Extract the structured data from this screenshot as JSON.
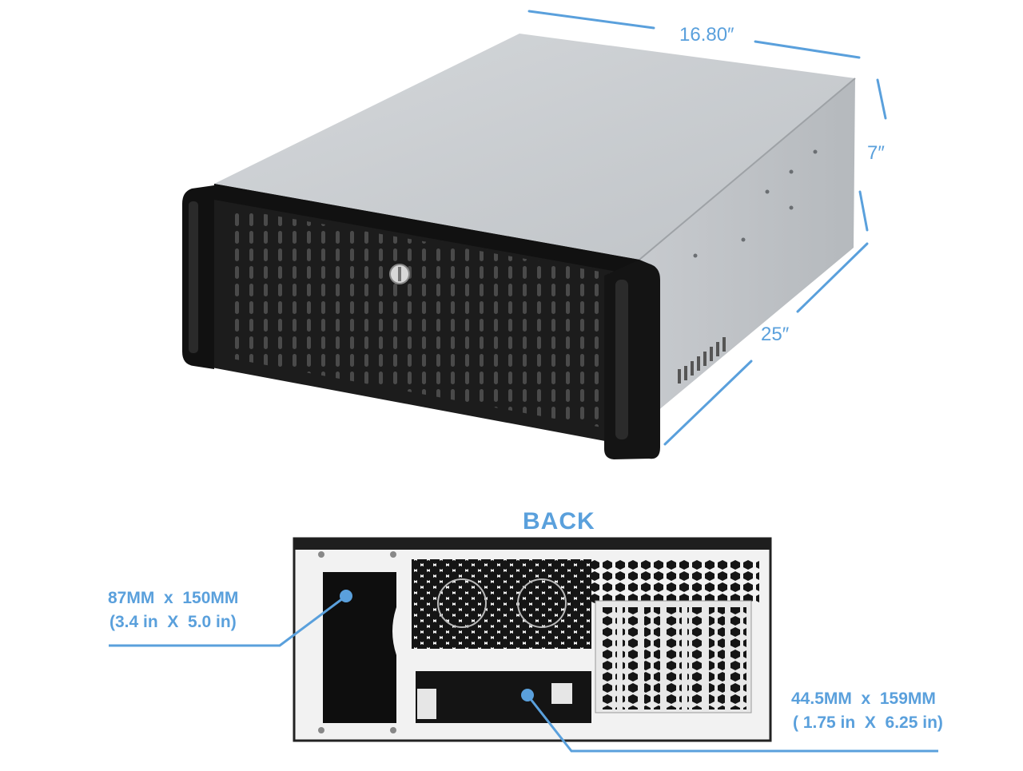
{
  "front_view": {
    "dimensions": {
      "width": "16.80″",
      "height": "7″",
      "depth": "25″"
    }
  },
  "back_view": {
    "title": "BACK",
    "psu_opening": {
      "metric": "87MM  x  150MM",
      "imperial": "(3.4 in  X  5.0 in)"
    },
    "drive_bay_opening": {
      "metric": "44.5MM  x  159MM",
      "imperial": "( 1.75 in  X  6.25 in)"
    }
  },
  "colors": {
    "accent": "#5aa0dc",
    "case_front": "#1c1c1c",
    "case_body": "#c9ccd0",
    "back_panel": "#f4f4f4"
  }
}
